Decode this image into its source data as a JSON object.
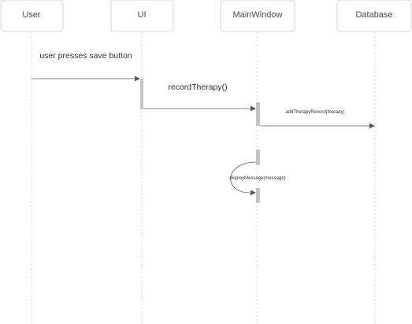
{
  "participants": [
    "User",
    "UI",
    "MainWindow",
    "Database"
  ],
  "messages": [
    {
      "label": "user presses save button",
      "from": "User",
      "to": "UI"
    },
    {
      "label": "recordTherapy()",
      "from": "UI",
      "to": "MainWindow"
    },
    {
      "label": "addTherapyRecord(therapy)",
      "from": "MainWindow",
      "to": "Database"
    },
    {
      "label": "displayMessage(message)",
      "from": "MainWindow",
      "to": "MainWindow"
    }
  ]
}
